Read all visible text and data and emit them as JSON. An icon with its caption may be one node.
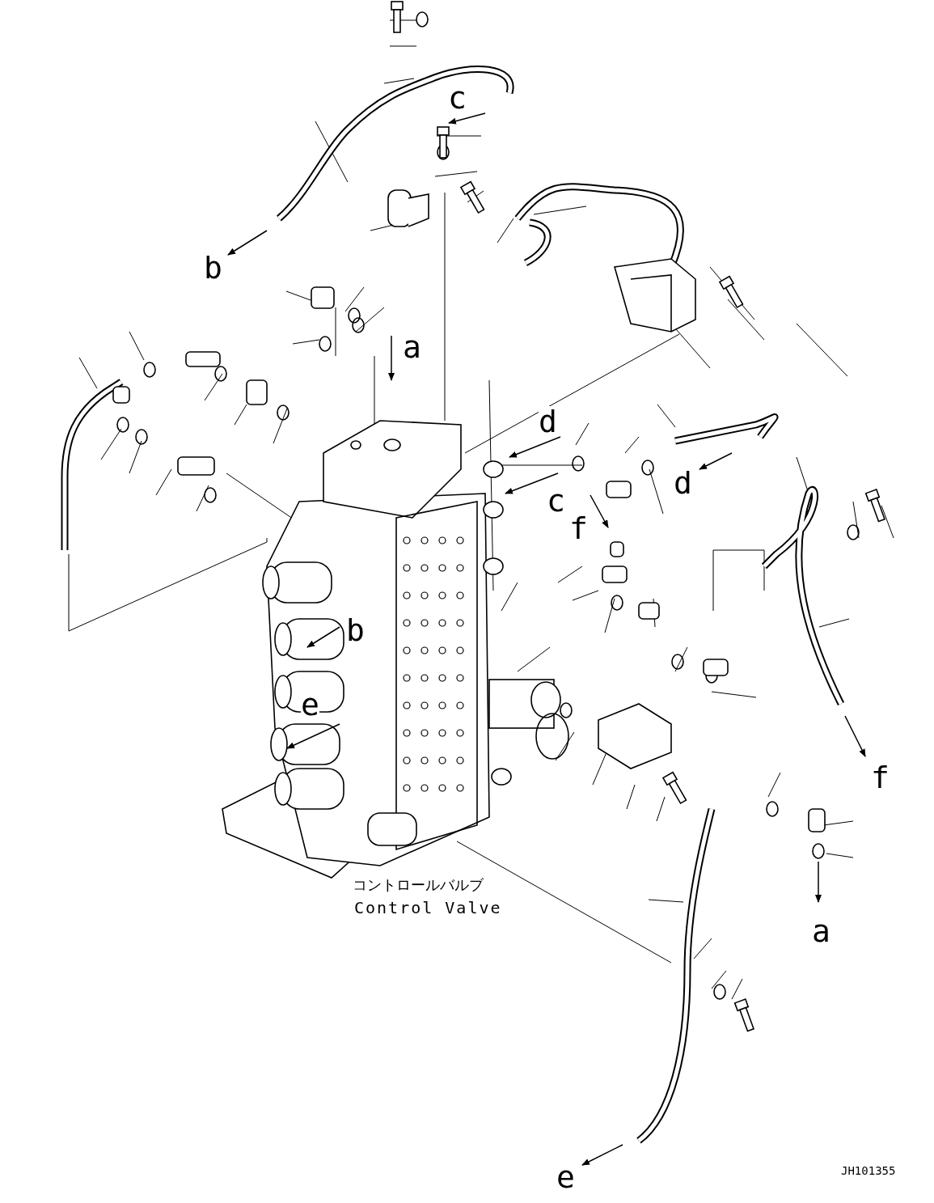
{
  "diagram": {
    "labels": [
      "c",
      "b",
      "a",
      "d",
      "c",
      "f",
      "d",
      "b",
      "e",
      "f",
      "コントロールバルブ",
      "Control Valve",
      "a",
      "e",
      "JH101355"
    ]
  }
}
